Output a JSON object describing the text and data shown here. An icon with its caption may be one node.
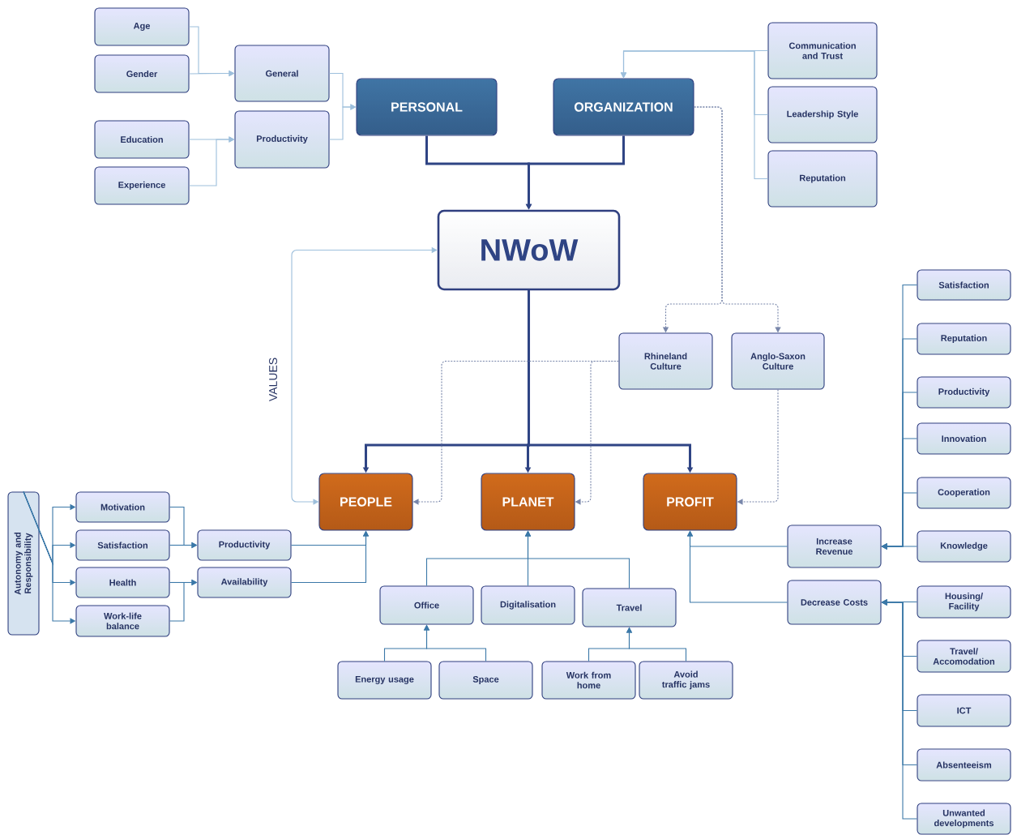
{
  "diagram": {
    "nodes": [
      {
        "text": [
          "Age"
        ]
      },
      {
        "text": [
          "Gender"
        ]
      },
      {
        "text": [
          "Education"
        ]
      },
      {
        "text": [
          "Experience"
        ]
      },
      {
        "text": [
          "General"
        ]
      },
      {
        "text": [
          "Productivity"
        ]
      },
      {
        "text": [
          "PERSONAL"
        ]
      },
      {
        "text": [
          "ORGANIZATION"
        ]
      },
      {
        "text": [
          "Communication and Trust"
        ]
      },
      {
        "text": [
          "Leadership Style"
        ]
      },
      {
        "text": [
          "Reputation"
        ]
      },
      {
        "text": [
          "NWoW"
        ]
      },
      {
        "text": [
          "Rhineland Culture"
        ]
      },
      {
        "text": [
          "Anglo-Saxon Culture"
        ]
      },
      {
        "text": [
          "Autonomy and Responsibility"
        ]
      },
      {
        "text": [
          "Motivation"
        ]
      },
      {
        "text": [
          "Satisfaction"
        ]
      },
      {
        "text": [
          "Health"
        ]
      },
      {
        "text": [
          "Work-life balance"
        ]
      },
      {
        "text": [
          "Productivity"
        ]
      },
      {
        "text": [
          "Availability"
        ]
      },
      {
        "text": [
          "PEOPLE"
        ]
      },
      {
        "text": [
          "PLANET"
        ]
      },
      {
        "text": [
          "PROFIT"
        ]
      },
      {
        "text": [
          "Office"
        ]
      },
      {
        "text": [
          "Digitalisation"
        ]
      },
      {
        "text": [
          "Travel"
        ]
      },
      {
        "text": [
          "Energy usage"
        ]
      },
      {
        "text": [
          "Space"
        ]
      },
      {
        "text": [
          "Work from home"
        ]
      },
      {
        "text": [
          "Avoid traffic jams"
        ]
      },
      {
        "text": [
          "Increase Revenue"
        ]
      },
      {
        "text": [
          "Decrease Costs"
        ]
      },
      {
        "text": [
          "Satisfaction"
        ]
      },
      {
        "text": [
          "Reputation"
        ]
      },
      {
        "text": [
          "Productivity"
        ]
      },
      {
        "text": [
          "Innovation"
        ]
      },
      {
        "text": [
          "Cooperation"
        ]
      },
      {
        "text": [
          "Knowledge"
        ]
      },
      {
        "text": [
          "Housing/ Facility"
        ]
      },
      {
        "text": [
          "Travel/ Accomodation"
        ]
      },
      {
        "text": [
          "ICT"
        ]
      },
      {
        "text": [
          "Absenteeism"
        ]
      },
      {
        "text": [
          "Unwanted developments"
        ]
      }
    ],
    "edges": [
      {
        "from": 0,
        "to": 4,
        "arrow": "to",
        "color": "#9dbfdc"
      },
      {
        "from": 1,
        "to": 4,
        "arrow": "to",
        "color": "#9dbfdc"
      },
      {
        "from": 2,
        "to": 5,
        "arrow": "to",
        "color": "#9dbfdc"
      },
      {
        "from": 3,
        "to": 5,
        "arrow": "to",
        "color": "#9dbfdc"
      },
      {
        "from": 4,
        "to": 6,
        "arrow": "to",
        "color": "#9dbfdc"
      },
      {
        "from": 5,
        "to": 6,
        "arrow": "to",
        "color": "#9dbfdc"
      },
      {
        "from": 8,
        "to": 7,
        "arrow": "to",
        "color": "#9dbfdc"
      },
      {
        "from": 9,
        "to": 7,
        "arrow": "to",
        "color": "#9dbfdc"
      },
      {
        "from": 10,
        "to": 7,
        "arrow": "to",
        "color": "#9dbfdc"
      },
      {
        "from": 6,
        "to": 11,
        "arrow": "to",
        "style": "thick",
        "color": "#2f4484"
      },
      {
        "from": 7,
        "to": 11,
        "arrow": "to",
        "style": "thick",
        "color": "#2f4484"
      },
      {
        "from": 7,
        "to": 12,
        "arrow": "to",
        "style": "dashed",
        "color": "#7886aa"
      },
      {
        "from": 7,
        "to": 13,
        "arrow": "to",
        "style": "dashed",
        "color": "#7886aa"
      },
      {
        "from": 11,
        "to": 21,
        "arrow": "to",
        "style": "thick",
        "color": "#2f4484"
      },
      {
        "from": 11,
        "to": 22,
        "arrow": "to",
        "style": "thick",
        "color": "#2f4484"
      },
      {
        "from": 11,
        "to": 23,
        "arrow": "to",
        "style": "thick",
        "color": "#2f4484"
      },
      {
        "from": 12,
        "to": 21,
        "arrow": "to",
        "style": "dashed",
        "color": "#7886aa"
      },
      {
        "from": 12,
        "to": 22,
        "arrow": "to",
        "style": "dashed",
        "color": "#7886aa"
      },
      {
        "from": 13,
        "to": 23,
        "arrow": "to",
        "style": "dashed",
        "color": "#7886aa"
      },
      {
        "from": 21,
        "to": 11,
        "arrow": "both",
        "label": "VALUES",
        "color": "#9dbfdc"
      },
      {
        "from": 14,
        "to": 15,
        "arrow": "to"
      },
      {
        "from": 14,
        "to": 16,
        "arrow": "to"
      },
      {
        "from": 14,
        "to": 17,
        "arrow": "to"
      },
      {
        "from": 14,
        "to": 18,
        "arrow": "to"
      },
      {
        "from": 15,
        "to": 19,
        "arrow": "to"
      },
      {
        "from": 16,
        "to": 19,
        "arrow": "to"
      },
      {
        "from": 17,
        "to": 20,
        "arrow": "to"
      },
      {
        "from": 18,
        "to": 20,
        "arrow": "to"
      },
      {
        "from": 19,
        "to": 21,
        "arrow": "to"
      },
      {
        "from": 20,
        "to": 21,
        "arrow": "to"
      },
      {
        "from": 24,
        "to": 22,
        "arrow": "to"
      },
      {
        "from": 25,
        "to": 22,
        "arrow": "to"
      },
      {
        "from": 26,
        "to": 22,
        "arrow": "to"
      },
      {
        "from": 27,
        "to": 24,
        "arrow": "to"
      },
      {
        "from": 28,
        "to": 24,
        "arrow": "to"
      },
      {
        "from": 29,
        "to": 26,
        "arrow": "to"
      },
      {
        "from": 30,
        "to": 26,
        "arrow": "to"
      },
      {
        "from": 31,
        "to": 23,
        "arrow": "to"
      },
      {
        "from": 32,
        "to": 23,
        "arrow": "to"
      },
      {
        "from": 33,
        "to": 31,
        "arrow": "to"
      },
      {
        "from": 34,
        "to": 31,
        "arrow": "to"
      },
      {
        "from": 35,
        "to": 31,
        "arrow": "to"
      },
      {
        "from": 36,
        "to": 31,
        "arrow": "to"
      },
      {
        "from": 37,
        "to": 31,
        "arrow": "to"
      },
      {
        "from": 38,
        "to": 31,
        "arrow": "to"
      },
      {
        "from": 39,
        "to": 32,
        "arrow": "to"
      },
      {
        "from": 40,
        "to": 32,
        "arrow": "to"
      },
      {
        "from": 41,
        "to": 32,
        "arrow": "to"
      },
      {
        "from": 42,
        "to": 32,
        "arrow": "to"
      },
      {
        "from": 43,
        "to": 32,
        "arrow": "to"
      }
    ]
  }
}
